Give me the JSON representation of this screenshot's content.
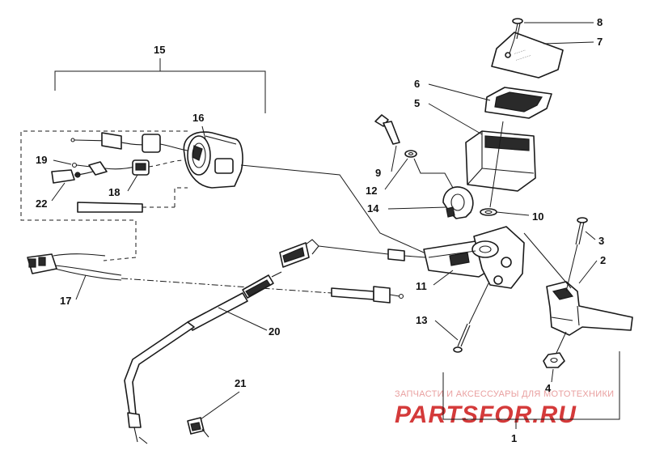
{
  "callouts": {
    "c1": "1",
    "c2": "2",
    "c3": "3",
    "c4": "4",
    "c5": "5",
    "c6": "6",
    "c7": "7",
    "c8": "8",
    "c9": "9",
    "c10": "10",
    "c11": "11",
    "c12": "12",
    "c13": "13",
    "c14": "14",
    "c15": "15",
    "c16": "16",
    "c17": "17",
    "c18": "18",
    "c19": "19",
    "c20": "20",
    "c21": "21",
    "c22": "22"
  },
  "watermark": {
    "tagline": "ЗАПЧАСТИ И АКСЕССУАРЫ ДЛЯ МОТОТЕХНИКИ",
    "brand": "PARTSFOR.RU",
    "color": "#d43a3a"
  }
}
